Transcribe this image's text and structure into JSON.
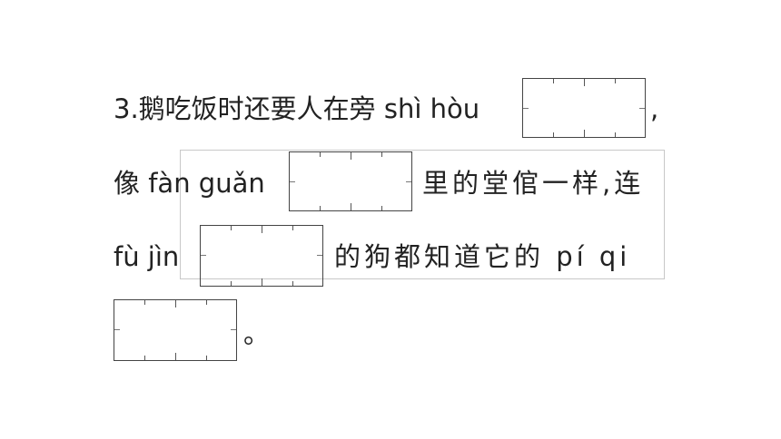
{
  "question": {
    "line1_prefix": "3.鹅吃饭时还要人在旁 shì hòu",
    "line1_suffix": ",",
    "line2_prefix": "像 fàn guǎn",
    "line2_suffix": "里的堂倌一样,连",
    "line3_prefix": "fù jìn",
    "line3_suffix": "的狗都知道它的 pí qi",
    "line4_suffix": "。"
  },
  "answer_boxes": [
    {
      "pinyin": "shì hòu",
      "value": ""
    },
    {
      "pinyin": "fàn guǎn",
      "value": ""
    },
    {
      "pinyin": "fù jìn",
      "value": ""
    },
    {
      "pinyin": "pí qi",
      "value": ""
    }
  ]
}
